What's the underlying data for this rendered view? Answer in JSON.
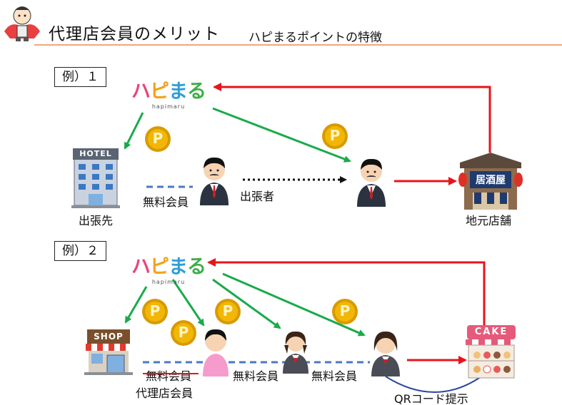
{
  "header": {
    "title": "代理店会員のメリット",
    "subtitle": "ハピまるポイントの特徴"
  },
  "logo": {
    "text_parts": [
      "ハ",
      "ピ",
      "ま",
      "る"
    ],
    "sub": "hapimaru"
  },
  "example1": {
    "label": "例）１",
    "hotel_sign": "HOTEL",
    "hotel_label": "出張先",
    "member_label": "無料会員",
    "traveler_label": "出張者",
    "izakaya_sign": "居酒屋",
    "shop_label": "地元店舗"
  },
  "example2": {
    "label": "例）２",
    "shop_sign": "SHOP",
    "struck_label": "無料会員",
    "agency_label": "代理店会員",
    "member_label_1": "無料会員",
    "member_label_2": "無料会員",
    "cake_sign": "CAKE",
    "qr_label": "QRコード提示"
  },
  "coin_symbol": "P",
  "colors": {
    "green_arrow": "#1aaa4b",
    "red_arrow": "#e8141b",
    "blue_dash": "#4a78c2",
    "coin": "#f2b705",
    "accent_line": "#f0a878"
  }
}
